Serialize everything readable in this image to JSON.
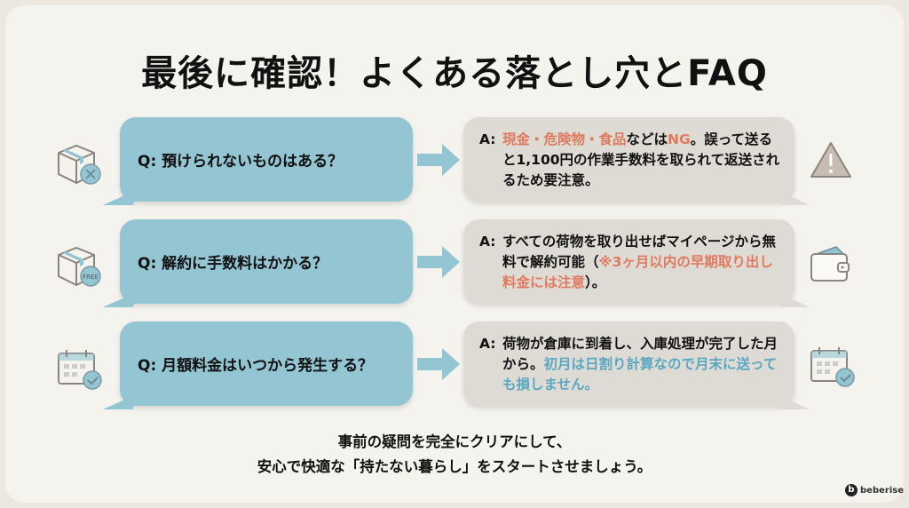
{
  "title": "最後に確認！よくある落とし穴とFAQ",
  "colors": {
    "question_bg": "#93c5d3",
    "answer_bg": "#dedbd5",
    "highlight_orange": "#df7a5e",
    "highlight_blue": "#5aa7c2"
  },
  "faq": [
    {
      "question": "Q: 預けられないものはある？",
      "left_icon": "box-x-icon",
      "right_icon": "warning-icon",
      "answer_label": "A:",
      "answer_parts": [
        {
          "text": "現金・危険物・食品",
          "color": "#df7a5e"
        },
        {
          "text": "などは",
          "color": "#111111"
        },
        {
          "text": "NG",
          "color": "#df7a5e"
        },
        {
          "text": "。誤って送ると1,100円の作業手数料を取られて返送されるため要注意。",
          "color": "#111111"
        }
      ]
    },
    {
      "question": "Q: 解約に手数料はかかる？",
      "left_icon": "box-free-icon",
      "right_icon": "wallet-icon",
      "answer_label": "A:",
      "answer_parts": [
        {
          "text": "すべての荷物を取り出せばマイページから無料で解約可能（",
          "color": "#111111"
        },
        {
          "text": "※3ヶ月以内の早期取り出し料金には注意",
          "color": "#df7a5e"
        },
        {
          "text": "）。",
          "color": "#111111"
        }
      ]
    },
    {
      "question": "Q: 月額料金はいつから発生する？",
      "left_icon": "calendar-check-icon",
      "right_icon": "calendar-check-icon",
      "answer_label": "A:",
      "answer_parts": [
        {
          "text": "荷物が倉庫に到着し、入庫処理が完了した月から。",
          "color": "#111111"
        },
        {
          "text": "初月は日割り計算なので月末に送っても損しません。",
          "color": "#5aa7c2"
        }
      ]
    }
  ],
  "footer": {
    "line1": "事前の疑問を完全にクリアにして、",
    "line2": "安心で快適な「持たない暮らし」をスタートさせましょう。"
  },
  "logo": {
    "text": "beberise"
  },
  "free_badge": "FREE"
}
